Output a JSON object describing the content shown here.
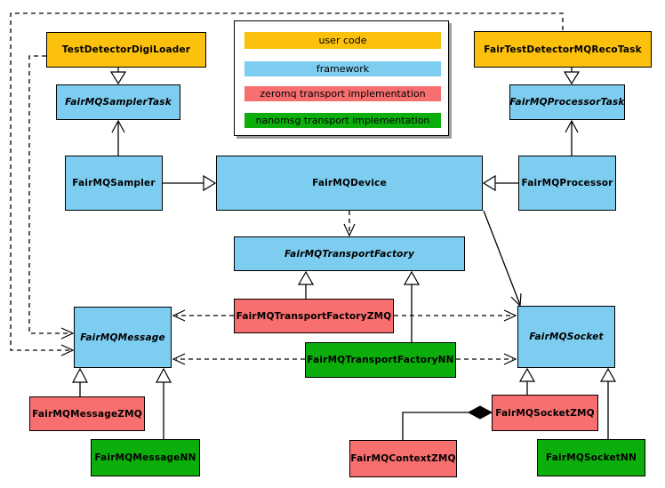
{
  "colors": {
    "user_code": "#FCC10D",
    "framework": "#7DCDF0",
    "zeromq": "#F86F70",
    "nanomsg": "#0CAE0C"
  },
  "legend": {
    "items": [
      {
        "label": "user code",
        "color": "user_code"
      },
      {
        "label": "framework",
        "color": "framework"
      },
      {
        "label": "zeromq transport implementation",
        "color": "zeromq"
      },
      {
        "label": "nanomsg transport implementation",
        "color": "nanomsg"
      }
    ]
  },
  "nodes": {
    "testDetectorDigiLoader": {
      "label": "TestDetectorDigiLoader",
      "category": "user_code",
      "abstract": false
    },
    "fairTestDetectorMQRecoTask": {
      "label": "FairTestDetectorMQRecoTask",
      "category": "user_code",
      "abstract": false
    },
    "fairMQSamplerTask": {
      "label": "FairMQSamplerTask",
      "category": "framework",
      "abstract": true
    },
    "fairMQProcessorTask": {
      "label": "FairMQProcessorTask",
      "category": "framework",
      "abstract": true
    },
    "fairMQSampler": {
      "label": "FairMQSampler",
      "category": "framework",
      "abstract": false
    },
    "fairMQDevice": {
      "label": "FairMQDevice",
      "category": "framework",
      "abstract": false
    },
    "fairMQProcessor": {
      "label": "FairMQProcessor",
      "category": "framework",
      "abstract": false
    },
    "fairMQTransportFactory": {
      "label": "FairMQTransportFactory",
      "category": "framework",
      "abstract": true
    },
    "fairMQTransportFactoryZMQ": {
      "label": "FairMQTransportFactoryZMQ",
      "category": "zeromq",
      "abstract": false
    },
    "fairMQTransportFactoryNN": {
      "label": "FairMQTransportFactoryNN",
      "category": "nanomsg",
      "abstract": false
    },
    "fairMQMessage": {
      "label": "FairMQMessage",
      "category": "framework",
      "abstract": true
    },
    "fairMQSocket": {
      "label": "FairMQSocket",
      "category": "framework",
      "abstract": true
    },
    "fairMQMessageZMQ": {
      "label": "FairMQMessageZMQ",
      "category": "zeromq",
      "abstract": false
    },
    "fairMQMessageNN": {
      "label": "FairMQMessageNN",
      "category": "nanomsg",
      "abstract": false
    },
    "fairMQSocketZMQ": {
      "label": "FairMQSocketZMQ",
      "category": "zeromq",
      "abstract": false
    },
    "fairMQSocketNN": {
      "label": "FairMQSocketNN",
      "category": "nanomsg",
      "abstract": false
    },
    "fairMQContextZMQ": {
      "label": "FairMQContextZMQ",
      "category": "zeromq",
      "abstract": false
    }
  },
  "edges": [
    {
      "from": "TestDetectorDigiLoader",
      "to": "FairMQSamplerTask",
      "relation": "inheritance-triangle"
    },
    {
      "from": "FairTestDetectorMQRecoTask",
      "to": "FairMQProcessorTask",
      "relation": "inheritance-triangle"
    },
    {
      "from": "FairMQSampler",
      "to": "FairMQSamplerTask",
      "relation": "association-open-arrow"
    },
    {
      "from": "FairMQProcessor",
      "to": "FairMQProcessorTask",
      "relation": "association-open-arrow"
    },
    {
      "from": "FairMQSampler",
      "to": "FairMQDevice",
      "relation": "inheritance-triangle"
    },
    {
      "from": "FairMQProcessor",
      "to": "FairMQDevice",
      "relation": "inheritance-triangle"
    },
    {
      "from": "FairMQDevice",
      "to": "FairMQTransportFactory",
      "relation": "dependency-dashed"
    },
    {
      "from": "FairMQDevice",
      "to": "FairMQSocket",
      "relation": "association-open-arrow"
    },
    {
      "from": "FairMQTransportFactoryZMQ",
      "to": "FairMQTransportFactory",
      "relation": "inheritance-triangle"
    },
    {
      "from": "FairMQTransportFactoryNN",
      "to": "FairMQTransportFactory",
      "relation": "inheritance-triangle"
    },
    {
      "from": "FairMQTransportFactoryZMQ",
      "to": "FairMQMessage",
      "relation": "dependency-dashed"
    },
    {
      "from": "FairMQTransportFactoryZMQ",
      "to": "FairMQSocket",
      "relation": "dependency-dashed"
    },
    {
      "from": "FairMQTransportFactoryNN",
      "to": "FairMQMessage",
      "relation": "dependency-dashed"
    },
    {
      "from": "FairMQTransportFactoryNN",
      "to": "FairMQSocket",
      "relation": "dependency-dashed"
    },
    {
      "from": "TestDetectorDigiLoader",
      "to": "FairMQMessage",
      "relation": "dependency-dashed"
    },
    {
      "from": "FairTestDetectorMQRecoTask",
      "to": "FairMQMessage",
      "relation": "dependency-dashed"
    },
    {
      "from": "FairMQMessageZMQ",
      "to": "FairMQMessage",
      "relation": "inheritance-triangle"
    },
    {
      "from": "FairMQMessageNN",
      "to": "FairMQMessage",
      "relation": "inheritance-triangle"
    },
    {
      "from": "FairMQSocketZMQ",
      "to": "FairMQSocket",
      "relation": "inheritance-triangle"
    },
    {
      "from": "FairMQSocketNN",
      "to": "FairMQSocket",
      "relation": "inheritance-triangle"
    },
    {
      "from": "FairMQSocketZMQ",
      "to": "FairMQContextZMQ",
      "relation": "composition-diamond"
    }
  ]
}
